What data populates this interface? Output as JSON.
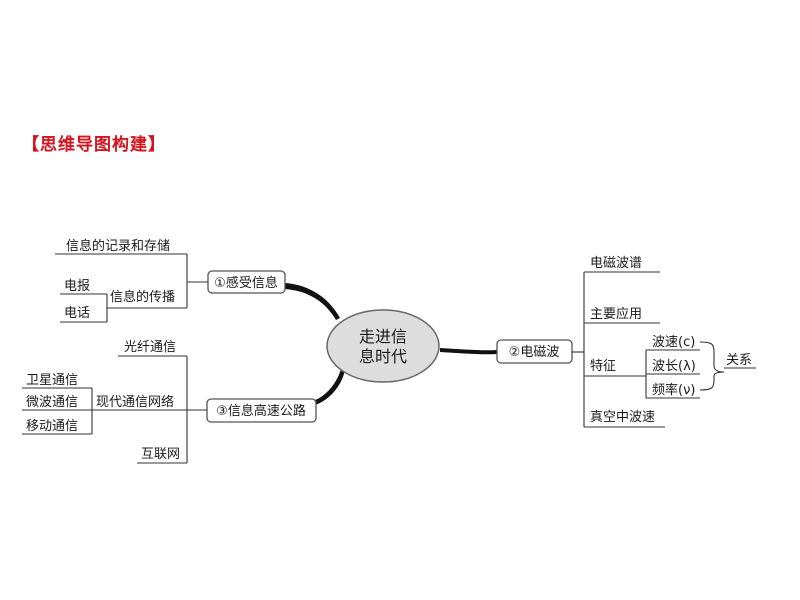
{
  "heading": "【思维导图构建】",
  "center": {
    "line1": "走进信",
    "line2": "息时代"
  },
  "nodes": {
    "left_top": "①感受信息",
    "left_bottom": "③信息高速公路",
    "right": "②电磁波"
  },
  "left_top_branches": {
    "record_store": "信息的记录和存储",
    "spread": "信息的传播",
    "spread_items": [
      "电报",
      "电话"
    ]
  },
  "left_bottom_branches": {
    "fiber": "光纤通信",
    "modern_network": "现代通信网络",
    "modern_items": [
      "卫星通信",
      "微波通信",
      "移动通信"
    ],
    "internet": "互联网"
  },
  "right_branches": {
    "spectrum": "电磁波谱",
    "application": "主要应用",
    "feature": "特征",
    "feature_items": [
      "波速(c)",
      "波长(λ)",
      "频率(ν)"
    ],
    "relation": "关系",
    "vacuum_speed": "真空中波速"
  }
}
